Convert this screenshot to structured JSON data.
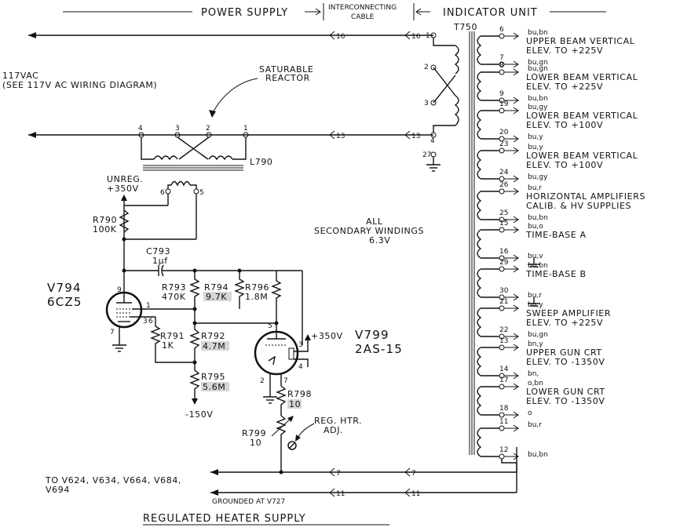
{
  "header": {
    "power_supply": "POWER SUPPLY",
    "cable_line1": "INTERCONNECTING",
    "cable_line2": "CABLE",
    "indicator_unit": "INDICATOR UNIT"
  },
  "title": "REGULATED HEATER SUPPLY",
  "input": {
    "line1": "117VAC",
    "line2": "(SEE 117V AC WIRING DIAGRAM)"
  },
  "reactor": {
    "label_line1": "SATURABLE",
    "label_line2": "REACTOR",
    "ref": "L790",
    "pins": [
      "4",
      "3",
      "2",
      "1",
      "6",
      "5"
    ]
  },
  "unreg": {
    "line1": "UNREG.",
    "line2": "+350V"
  },
  "connectors": {
    "c16": "16",
    "c13": "13",
    "c7": "7",
    "c11": "11"
  },
  "transformer": {
    "ref": "T750",
    "primary_pins": [
      "1",
      "2",
      "3",
      "4"
    ],
    "pin27": "27"
  },
  "secondary_note": {
    "line1": "ALL",
    "line2": "SECONDARY WINDINGS",
    "line3": "6.3V"
  },
  "components": {
    "r790_ref": "R790",
    "r790_val": "100K",
    "c793_ref": "C793",
    "c793_val": "1μf",
    "v794_ref": "V794",
    "v794_type": "6CZ5",
    "v794_pins": [
      "9",
      "1",
      "7",
      "3",
      "6"
    ],
    "r793_ref": "R793",
    "r793_val": "470K",
    "r794_ref": "R794",
    "r794_val": "9.7K",
    "r796_ref": "R796",
    "r796_val": "1.8M",
    "r791_ref": "R791",
    "r791_val": "1K",
    "r792_ref": "R792",
    "r792_val": "4.7M",
    "r795_ref": "R795",
    "r795_val": "5.6M",
    "minus150": "-150V",
    "v799_ref": "V799",
    "v799_type": "2AS-15",
    "v799_pins": [
      "5",
      "3",
      "4",
      "2",
      "7"
    ],
    "plus350": "+350V",
    "r798_ref": "R798",
    "r798_val": "10",
    "r799_ref": "R799",
    "r799_val": "10",
    "reg_htr_line1": "REG. HTR.",
    "reg_htr_line2": "ADJ."
  },
  "outputs": {
    "to_line1": "TO V624, V634, V664, V684,",
    "to_line2": "V694",
    "grounded": "GROUNDED AT V727"
  },
  "secondaries": [
    {
      "pins": [
        "6",
        "7"
      ],
      "c1": "bu,bn",
      "desc1": "UPPER BEAM VERTICAL",
      "desc2": "ELEV. TO +225V",
      "c2": "bu,gn"
    },
    {
      "pins": [
        "8",
        "9"
      ],
      "c1": "bu,gn",
      "desc1": "LOWER BEAM VERTICAL",
      "desc2": "ELEV. TO +225V",
      "c2": "bu,bn"
    },
    {
      "pins": [
        "19",
        "20"
      ],
      "c1": "bu,gy",
      "desc1": "LOWER BEAM VERTICAL",
      "desc2": "ELEV. TO +100V",
      "c2": "bu,y"
    },
    {
      "pins": [
        "23",
        "24"
      ],
      "c1": "bu,y",
      "desc1": "LOWER BEAM VERTICAL",
      "desc2": "ELEV. TO +100V",
      "c2": "bu,gy"
    },
    {
      "pins": [
        "26",
        "25"
      ],
      "c1": "bu,r",
      "desc1": "HORIZONTAL AMPLIFIERS",
      "desc2": "CALIB. & HV SUPPLIES",
      "c2": "bu,bn"
    },
    {
      "pins": [
        "15",
        "16"
      ],
      "c1": "bu,o",
      "desc1": "TIME-BASE A",
      "desc2": "",
      "c2": "bu,v"
    },
    {
      "pins": [
        "29",
        "30"
      ],
      "c1": "bu,bn",
      "desc1": "TIME-BASE B",
      "desc2": "",
      "c2": "bu,r"
    },
    {
      "pins": [
        "21",
        "22"
      ],
      "c1": "bu,y",
      "desc1": "SWEEP AMPLIFIER",
      "desc2": "ELEV. TO +225V",
      "c2": "bu,gn"
    },
    {
      "pins": [
        "13",
        "14"
      ],
      "c1": "bn,y",
      "desc1": "UPPER GUN CRT",
      "desc2": "ELEV. TO -1350V",
      "c2": "bn,"
    },
    {
      "pins": [
        "17",
        "18"
      ],
      "c1": "o,bn",
      "desc1": "LOWER GUN CRT",
      "desc2": "ELEV. TO -1350V",
      "c2": "o"
    },
    {
      "pins": [
        "11",
        "12"
      ],
      "c1": "bu,r",
      "desc1": "",
      "desc2": "",
      "c2": "bu,bn"
    }
  ]
}
